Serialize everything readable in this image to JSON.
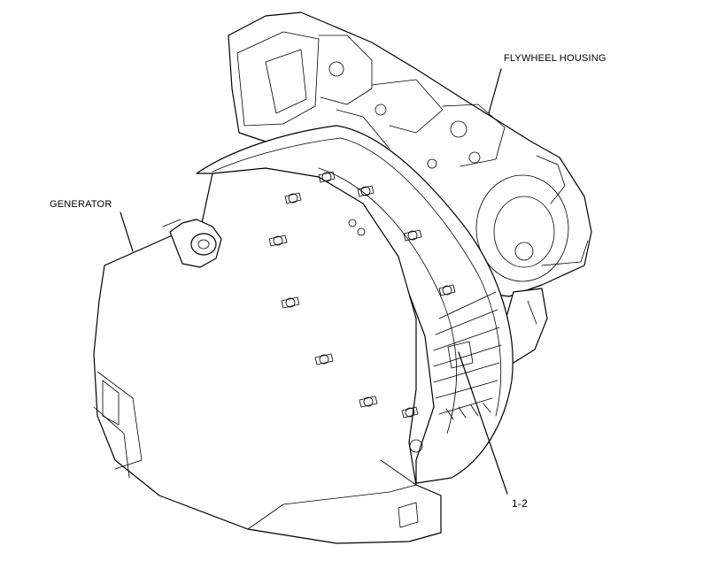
{
  "labels": {
    "flywheel_housing": "FLYWHEEL HOUSING",
    "generator": "GENERATOR",
    "callout": "1-2"
  },
  "colors": {
    "line": "#000000",
    "background": "#ffffff"
  }
}
